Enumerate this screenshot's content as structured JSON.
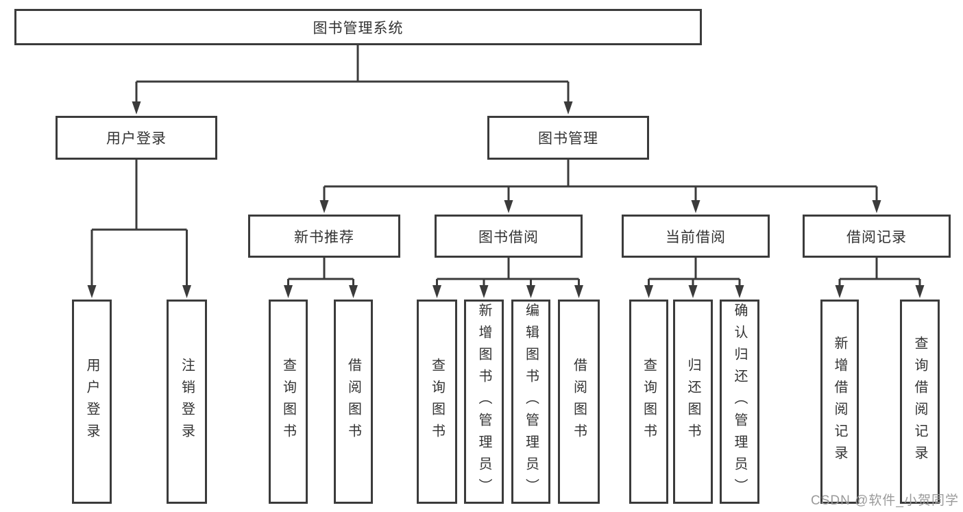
{
  "diagram": {
    "title": "图书管理系统",
    "watermark": "CSDN @软件_小贺同学",
    "colors": {
      "line": "#3b3b3b",
      "border": "#3b3b3b",
      "text": "#333333",
      "box_fill": "#ffffff",
      "watermark": "#9a9a9a",
      "background": "#ffffff"
    },
    "nodes": {
      "root": "图书管理系统",
      "user_login": "用户登录",
      "book_mgmt": "图书管理",
      "ul_login": "用户登录",
      "ul_logout": "注销登录",
      "new_rec": "新书推荐",
      "borrow": "图书借阅",
      "current": "当前借阅",
      "records": "借阅记录",
      "nr_query": "查询图书",
      "nr_borrow": "借阅图书",
      "bw_query": "查询图书",
      "bw_add": "新增图书（管理员）",
      "bw_edit": "编辑图书（管理员）",
      "bw_borrow": "借阅图书",
      "cu_query": "查询图书",
      "cu_return": "归还图书",
      "cu_confirm": "确认归还（管理员）",
      "rc_add": "新增借阅记录",
      "rc_query": "查询借阅记录"
    },
    "edges": [
      {
        "from": "root",
        "to": [
          "user_login",
          "book_mgmt"
        ]
      },
      {
        "from": "user_login",
        "to": [
          "ul_login",
          "ul_logout"
        ]
      },
      {
        "from": "book_mgmt",
        "to": [
          "new_rec",
          "borrow",
          "current",
          "records"
        ]
      },
      {
        "from": "new_rec",
        "to": [
          "nr_query",
          "nr_borrow"
        ]
      },
      {
        "from": "borrow",
        "to": [
          "bw_query",
          "bw_add",
          "bw_edit",
          "bw_borrow"
        ]
      },
      {
        "from": "current",
        "to": [
          "cu_query",
          "cu_return",
          "cu_confirm"
        ]
      },
      {
        "from": "records",
        "to": [
          "rc_add",
          "rc_query"
        ]
      }
    ]
  }
}
